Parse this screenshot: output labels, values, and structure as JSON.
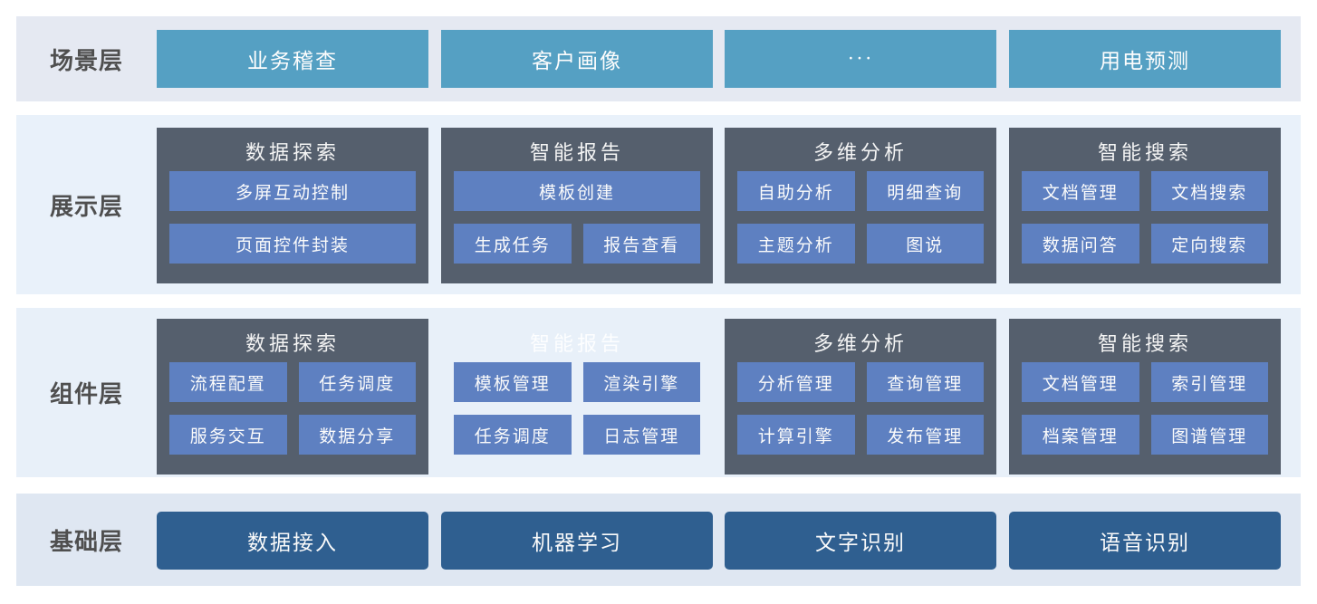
{
  "colors": {
    "scenario_button": "#55a0c3",
    "group_container": "#555f6d",
    "inner_button": "#5e80c1",
    "foundation_button": "#2f5f90",
    "band_scenario_bg": "#e5e9f2",
    "band_display_bg": "#e9f1fa",
    "band_component_bg": "#e8f0f9",
    "band_foundation_bg": "#dfe7f2",
    "label_text": "#4f4f4f"
  },
  "layers": [
    {
      "label": "场景层",
      "items": [
        "业务稽查",
        "客户画像",
        "···",
        "用电预测"
      ]
    },
    {
      "label": "展示层",
      "groups": [
        {
          "title": "数据探索",
          "items": [
            "多屏互动控制",
            "页面控件封装"
          ]
        },
        {
          "title": "智能报告",
          "items": [
            "模板创建",
            "生成任务",
            "报告查看"
          ]
        },
        {
          "title": "多维分析",
          "items": [
            "自助分析",
            "明细查询",
            "主题分析",
            "图说"
          ]
        },
        {
          "title": "智能搜索",
          "items": [
            "文档管理",
            "文档搜索",
            "数据问答",
            "定向搜索"
          ]
        }
      ]
    },
    {
      "label": "组件层",
      "groups": [
        {
          "title": "数据探索",
          "items": [
            "流程配置",
            "任务调度",
            "服务交互",
            "数据分享"
          ]
        },
        {
          "title": "智能报告",
          "items": [
            "模板管理",
            "渲染引擎",
            "任务调度",
            "日志管理"
          ]
        },
        {
          "title": "多维分析",
          "items": [
            "分析管理",
            "查询管理",
            "计算引擎",
            "发布管理"
          ]
        },
        {
          "title": "智能搜索",
          "items": [
            "文档管理",
            "索引管理",
            "档案管理",
            "图谱管理"
          ]
        }
      ]
    },
    {
      "label": "基础层",
      "items": [
        "数据接入",
        "机器学习",
        "文字识别",
        "语音识别"
      ]
    }
  ]
}
